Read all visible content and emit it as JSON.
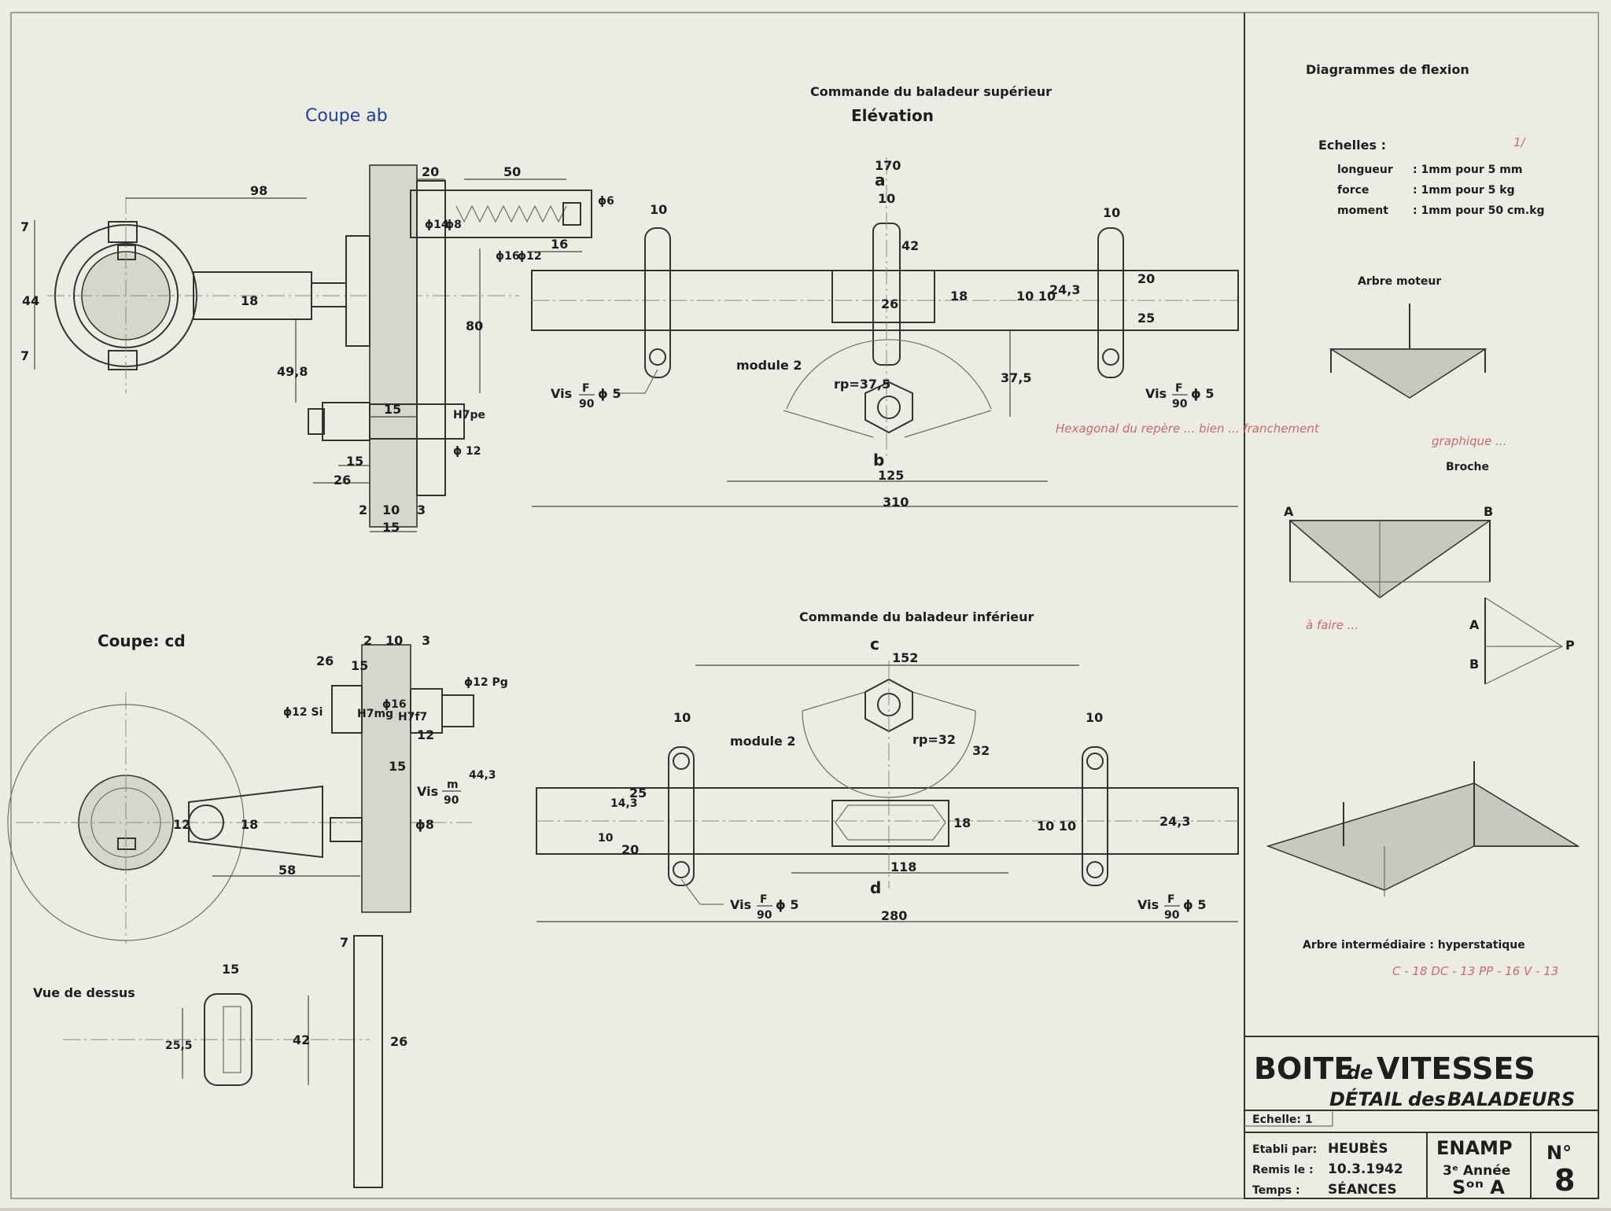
{
  "views": {
    "coupe_ab": "Coupe ab",
    "elevation_title": "Commande du baladeur supérieur",
    "elevation": "Elévation",
    "coupe_cd": "Coupe: cd",
    "lower_title": "Commande du baladeur inférieur",
    "vue_dessus": "Vue de dessus"
  },
  "section_letters": {
    "a": "a",
    "b": "b",
    "c": "c",
    "d": "d"
  },
  "coupe_ab_dims": {
    "d98": "98",
    "d7a": "7",
    "d44": "44",
    "d7b": "7",
    "d18": "18",
    "d49_8": "49,8",
    "d20": "20",
    "d50": "50",
    "d6": "ϕ6",
    "d14": "ϕ14",
    "d8": "ϕ8",
    "d16dia": "ϕ16",
    "d12dia": "ϕ12",
    "d16": "16",
    "d80": "80",
    "d15a": "15",
    "d12fit": "ϕ 12",
    "fit_h": "H7pe",
    "d15b": "15",
    "d26": "26",
    "d2": "2",
    "d10": "10",
    "d3": "3",
    "d15c": "15"
  },
  "elevation_dims": {
    "d170": "170",
    "d10c": "10",
    "d10l": "10",
    "d10r": "10",
    "d42": "42",
    "d26": "26",
    "d18": "18",
    "d10_10": "10 10",
    "d24_3": "24,3",
    "d20": "20",
    "d25": "25",
    "d37_5": "37,5",
    "rp": "rp=37,5",
    "module": "module 2",
    "d125": "125",
    "d310": "310",
    "vis_pre": "Vis",
    "vis_num": "F",
    "vis_den": "90",
    "vis_dia": "ϕ 5"
  },
  "coupe_cd_dims": {
    "d26": "26",
    "d2": "2",
    "d10": "10",
    "d3": "3",
    "d15": "15",
    "d12pg": "ϕ12 Pg",
    "d12si": "ϕ12 Si",
    "fit_h": "H7mg",
    "d16": "ϕ16",
    "fit_h2": "H7f7",
    "d12": "12",
    "d15b": "15",
    "vis_pre": "Vis",
    "vis_num": "m",
    "vis_den": "90",
    "d44_3": "44,3",
    "d8": "ϕ8",
    "d12r": "12",
    "d18": "18",
    "d58": "58"
  },
  "lower_dims": {
    "d152": "152",
    "d10l": "10",
    "d10r": "10",
    "module": "module 2",
    "rp": "rp=32",
    "d32": "32",
    "d14_3": "14,3",
    "d25": "25",
    "d10": "10",
    "d20": "20",
    "d18": "18",
    "d10_10": "10 10",
    "d24_3": "24,3",
    "d118": "118",
    "d280": "280",
    "vis_pre": "Vis",
    "vis_num": "F",
    "vis_den": "90",
    "vis_dia": "ϕ 5"
  },
  "top_view_dims": {
    "d15": "15",
    "d7": "7",
    "d25_5": "25,5",
    "d42": "42",
    "d26": "26"
  },
  "flexion": {
    "title": "Diagrammes de flexion",
    "echelles": "Echelles :",
    "scale_rows": [
      {
        "label": "longueur",
        "value": ": 1mm pour 5 mm"
      },
      {
        "label": "force",
        "value": ": 1mm pour 5 kg"
      },
      {
        "label": "moment",
        "value": ": 1mm pour 50 cm.kg"
      }
    ],
    "arbre_moteur": "Arbre moteur",
    "broche": "Broche",
    "point_a": "A",
    "point_b": "B",
    "point_p": "P",
    "arbre_inter": "Arbre intermédiaire : hyperstatique"
  },
  "annotations": {
    "red_grade": "1/",
    "red_note_elev": "Hexagonal du repère ... bien ... franchement",
    "red_note_broche": "graphique ...",
    "red_note_left": "à faire ...",
    "pencil_grades": "C - 18\nDC - 13\nPP - 16\nV - 13"
  },
  "title_block": {
    "line1a": "BOITE",
    "line1b": "de",
    "line1c": "VITESSES",
    "line2a": "DÉTAIL",
    "line2b": "des",
    "line2c": "BALADEURS",
    "echelle": "Echelle: 1",
    "etabli_label": "Etabli par:",
    "etabli_value": "HEUBÈS",
    "remis_label": "Remis le :",
    "remis_value": "10.3.1942",
    "temps_label": "Temps :",
    "temps_value": "SÉANCES",
    "school": "ENAMP",
    "annee": "3ᵉ Année",
    "section": "Sᵒⁿ A",
    "no_label": "N°",
    "no_value": "8"
  }
}
